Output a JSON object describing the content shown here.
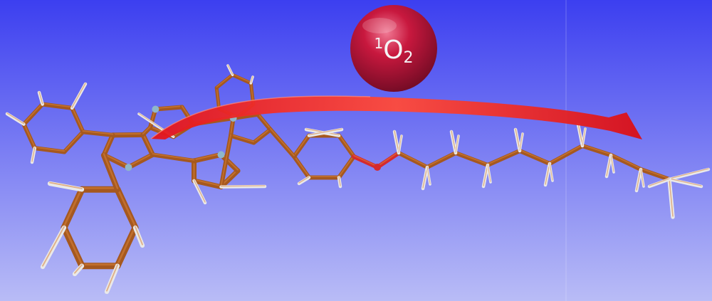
{
  "oxygen_label": {
    "superscript": "1",
    "symbol": "O",
    "subscript": "2"
  },
  "colors": {
    "background_top": "#3c3ff0",
    "background_bottom": "#b9bcf6",
    "bond": "#a5581f",
    "bond_highlight": "#d9823a",
    "hydrogen": "#e9e9e9",
    "nitrogen": "#8fb7c9",
    "oxygen_atom": "#d5292e",
    "arrow": "#e2141d",
    "sphere": "#c0163a"
  }
}
